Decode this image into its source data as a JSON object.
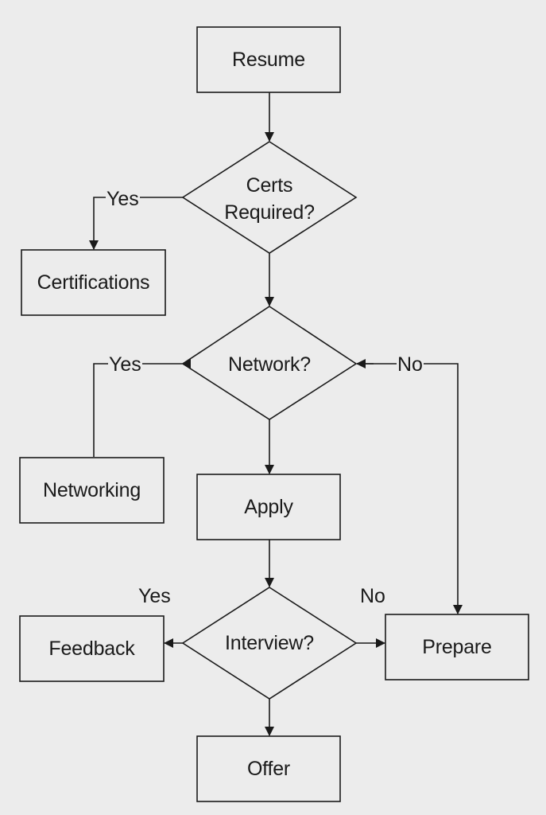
{
  "nodes": {
    "resume": "Resume",
    "certs_required": "Certs Required?",
    "certifications": "Certifications",
    "network": "Network?",
    "networking": "Networking",
    "apply": "Apply",
    "interview": "Interview?",
    "feedback": "Feedback",
    "prepare": "Prepare",
    "offer": "Offer"
  },
  "edge_labels": {
    "certs_yes": "Yes",
    "network_yes": "Yes",
    "prepare_no": "No",
    "interview_yes": "Yes",
    "interview_no": "No"
  }
}
